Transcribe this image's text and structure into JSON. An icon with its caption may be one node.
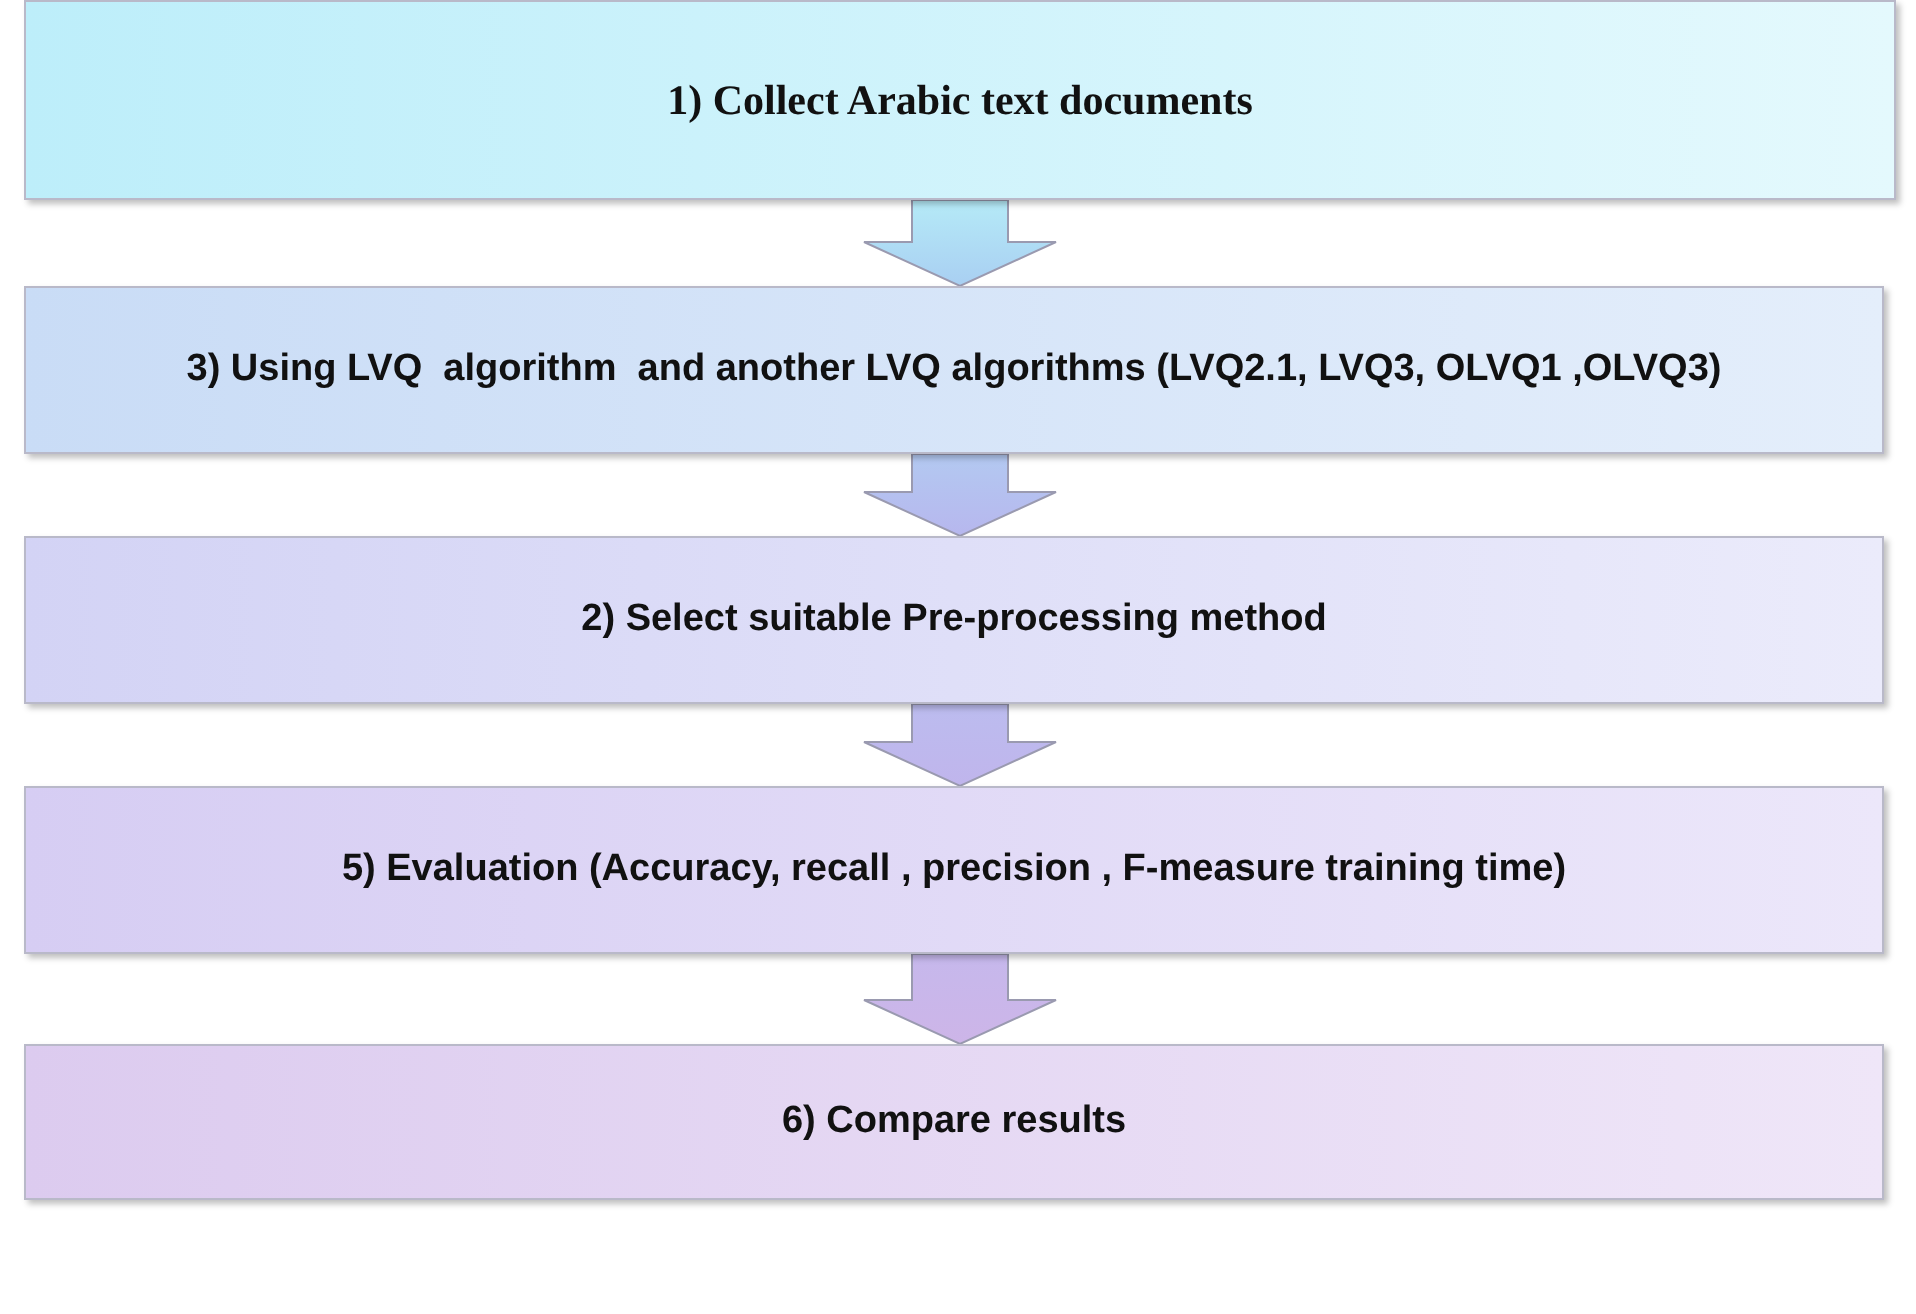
{
  "diagram": {
    "nodes": [
      {
        "text": [
          "1) Collect Arabic text documents"
        ]
      },
      {
        "text": [
          "3) Using LVQ  algorithm  and another LVQ algorithms (LVQ2.1, LVQ3, OLVQ1 ,OLVQ3)"
        ]
      },
      {
        "text": [
          "2) Select suitable Pre-processing method"
        ]
      },
      {
        "text": [
          "5) Evaluation (Accuracy, recall , precision , F-measure training time)"
        ]
      },
      {
        "text": [
          "6) Compare results"
        ]
      }
    ],
    "edges": [
      {
        "from": 0,
        "to": 1,
        "arrow": "to"
      },
      {
        "from": 1,
        "to": 2,
        "arrow": "to"
      },
      {
        "from": 2,
        "to": 3,
        "arrow": "to"
      },
      {
        "from": 3,
        "to": 4,
        "arrow": "to"
      }
    ]
  }
}
